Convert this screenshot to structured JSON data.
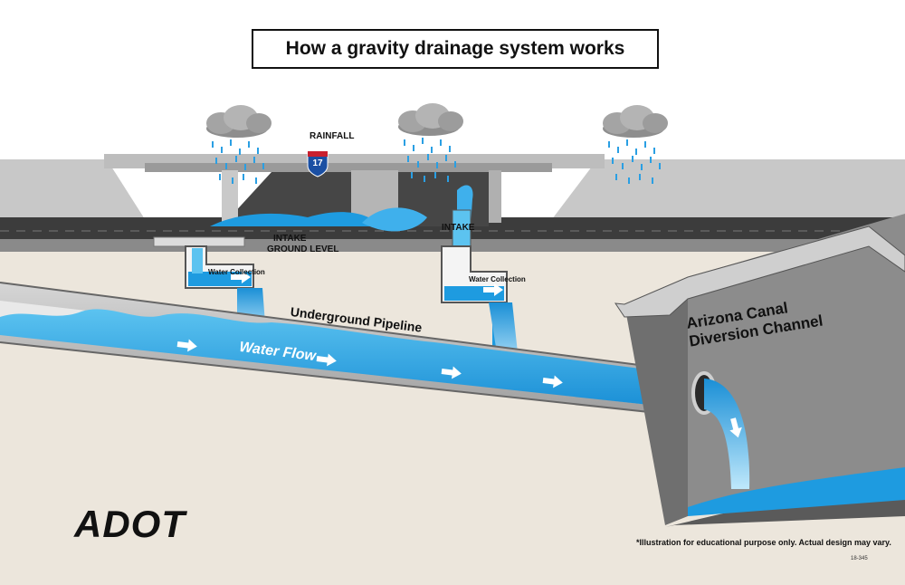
{
  "title": "How a gravity drainage system works",
  "labels": {
    "rainfall": "RAINFALL",
    "intake_left": "INTAKE",
    "ground_level": "GROUND LEVEL",
    "intake_right": "INTAKE",
    "water_collection_left": "Water Collection",
    "water_collection_right": "Water Collection",
    "underground_pipeline": "Underground Pipeline",
    "water_flow": "Water Flow",
    "canal_line1": "Arizona Canal",
    "canal_line2": "Diversion Channel"
  },
  "highway_shield": "17",
  "logo": "ADOT",
  "disclaimer": "*Illustration for educational purpose only. Actual design may vary.",
  "code": "18-345",
  "colors": {
    "water": "#1e9be0",
    "water_light": "#7fd0f5",
    "ground": "#ece6dc",
    "concrete": "#b9b9b9",
    "road": "#3c3c3c",
    "shield_blue": "#1a4fa3",
    "shield_red": "#c8202f"
  },
  "icons": [
    "rain-cloud-icon",
    "interstate-shield-icon",
    "flow-arrow-icon"
  ]
}
